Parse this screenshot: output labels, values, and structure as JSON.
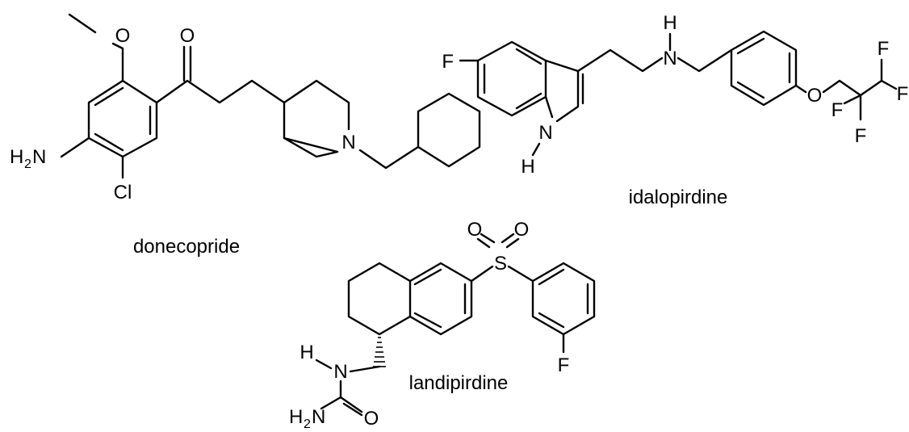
{
  "molecules": [
    {
      "name": "donecopride",
      "atoms": {
        "o_methoxy": "O",
        "o_ketone": "O",
        "n_pip": "N",
        "nh2": "H",
        "nh2_n": "N",
        "nh2_sub": "2",
        "cl": "Cl"
      }
    },
    {
      "name": "idalopirdine",
      "atoms": {
        "f_indole": "F",
        "n_indole": "N",
        "h_indole": "H",
        "n_amine": "N",
        "h_amine": "H",
        "o_ether": "O",
        "f1": "F",
        "f2": "F",
        "f3": "F",
        "f4": "F"
      }
    },
    {
      "name": "landipirdine",
      "atoms": {
        "s": "S",
        "o1": "O",
        "o2": "O",
        "f": "F",
        "h_urea": "H",
        "n_urea": "N",
        "h2n": "H",
        "h2n_n": "N",
        "h2n_sub": "2",
        "o_urea": "O"
      }
    }
  ]
}
